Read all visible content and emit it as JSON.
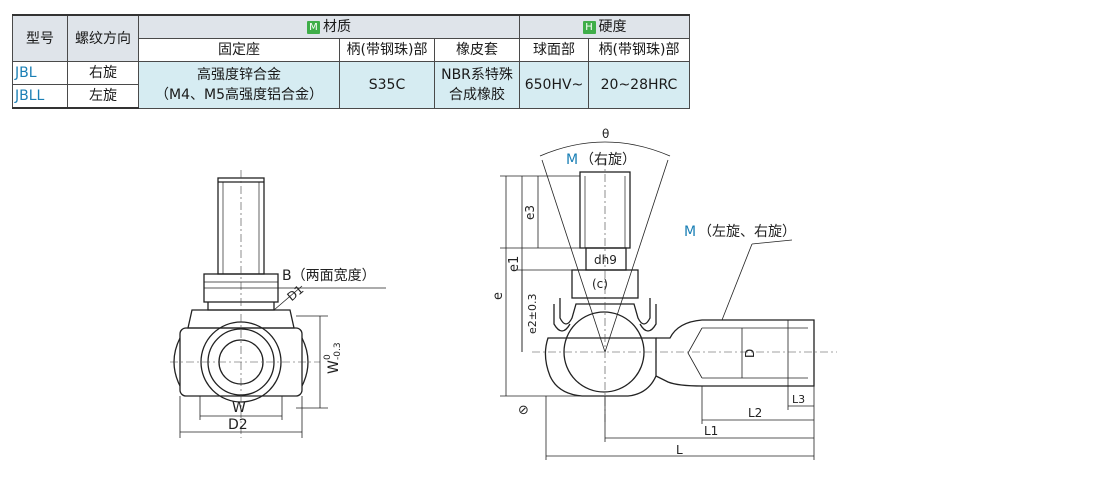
{
  "table": {
    "col_model": "型号",
    "col_thread": "螺纹方向",
    "group_material": {
      "badge": "M",
      "label": "材质"
    },
    "group_hardness": {
      "badge": "H",
      "label": "硬度"
    },
    "sub_headers": [
      "固定座",
      "柄(带钢珠)部",
      "橡皮套",
      "球面部",
      "柄(带钢珠)部"
    ],
    "rows": [
      {
        "model": "JBL",
        "thread": "右旋"
      },
      {
        "model": "JBLL",
        "thread": "左旋"
      }
    ],
    "fixed_seat_line1": "高强度锌合金",
    "fixed_seat_line2": "（M4、M5高强度铝合金）",
    "shank_material": "S35C",
    "rubber_line1": "NBR系特殊",
    "rubber_line2": "合成橡胶",
    "ball_hardness": "650HV~",
    "shank_hardness": "20~28HRC"
  },
  "left_view": {
    "label_B": "B（两面宽度）",
    "label_D1": "D1",
    "label_W_tol": "W",
    "tol_upper": "0",
    "tol_lower": "-0.3",
    "label_W": "W",
    "label_D2": "D2"
  },
  "right_view": {
    "label_theta": "θ",
    "label_M": "M",
    "label_M_note": "（右旋）",
    "label_M2": "M",
    "label_M2_note": "（左旋、右旋）",
    "label_e": "e",
    "label_e1": "e1",
    "label_e2": "e2±0.3",
    "label_e3": "e3",
    "label_d": "dh9",
    "label_c": "(c)",
    "label_D": "D",
    "label_L": "L",
    "label_L1": "L1",
    "label_L2": "L2",
    "label_L3": "L3",
    "label_angle": "⊘"
  }
}
